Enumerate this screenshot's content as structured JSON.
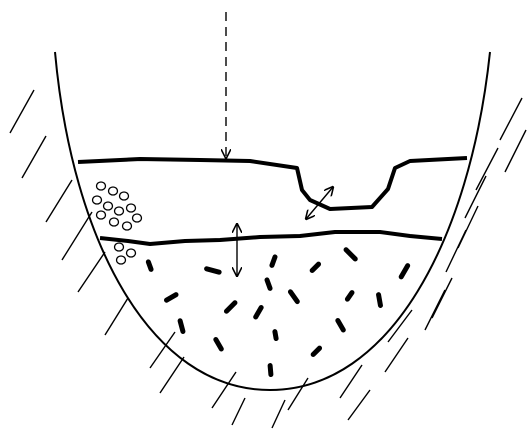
{
  "diagram": {
    "background": "#ffffff",
    "ink": "#000000",
    "layers": [
      "surface-water-line",
      "bed-interface-line"
    ],
    "particle_groups": [
      "round-grains",
      "elongated-grains"
    ],
    "arrows": [
      "vertical-dashed-arrow",
      "diagonal-double-arrow",
      "vertical-double-arrow"
    ]
  }
}
